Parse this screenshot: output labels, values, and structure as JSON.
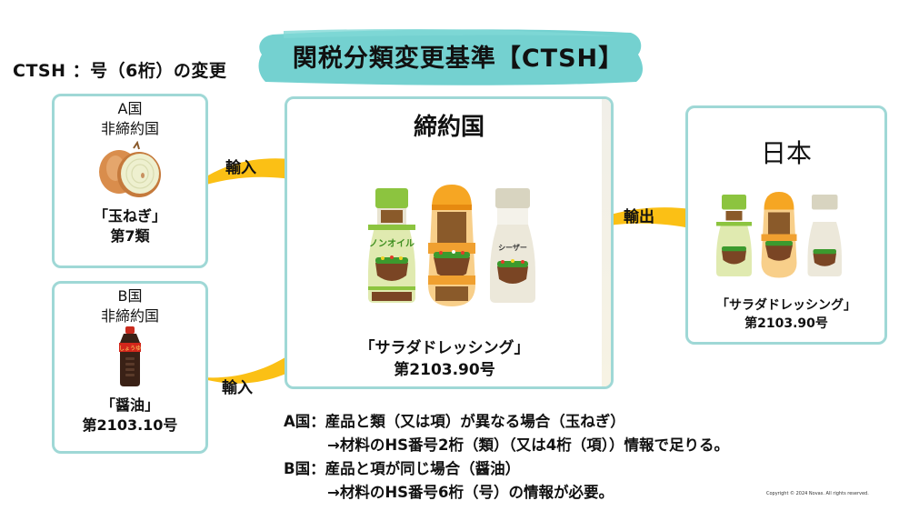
{
  "header": {
    "title": "関税分類変更基準【CTSH】",
    "subtitle": "CTSH ：号（6桁）の変更"
  },
  "colors": {
    "banner": "#5cc9c8",
    "card_border": "#9fd8d6",
    "arrow": "#fbc015",
    "text": "#111111"
  },
  "country_a": {
    "name": "A国",
    "status": "非締約国",
    "product": "「玉ねぎ」",
    "code": "第7類",
    "icon": "onion-icon"
  },
  "country_b": {
    "name": "B国",
    "status": "非締約国",
    "product": "「醤油」",
    "code": "第2103.10号",
    "icon": "soy-sauce-bottle-icon",
    "bottle_label": "しょうゆ"
  },
  "party_country": {
    "title": "締約国",
    "product": "「サラダドレッシング」",
    "code": "第2103.90号",
    "bottles": [
      "ノンオイル",
      "",
      "シーザー"
    ]
  },
  "japan": {
    "title": "日本",
    "product": "「サラダドレッシング」",
    "code": "第2103.90号"
  },
  "arrows": {
    "import_a": "輸入",
    "import_b": "輸入",
    "export": "輸出"
  },
  "notes": [
    "A国：産品と類（又は項）が異なる場合（玉ねぎ）",
    "→材料のHS番号2桁（類）（又は4桁（項））情報で足りる。",
    "B国：産品と項が同じ場合（醤油）",
    "→材料のHS番号6桁（号）の情報が必要。"
  ],
  "footer": {
    "copyright": "Copyright © 2024 Novas. All rights reserved."
  }
}
